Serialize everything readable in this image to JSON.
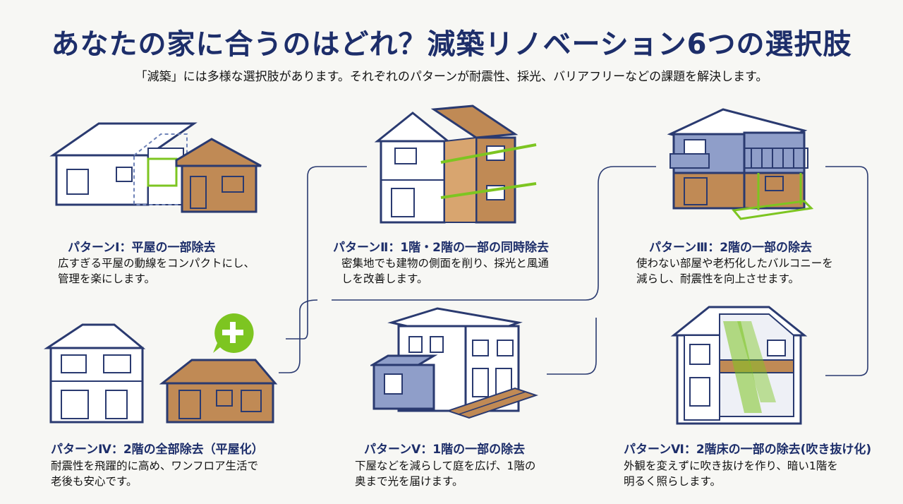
{
  "title": "あなたの家に合うのはどれ？減築リノベーション6つの選択肢",
  "subtitle": "「減築」には多様な選択肢があります。それぞれのパターンが耐震性、採光、バリアフリーなどの課題を解決します。",
  "colors": {
    "navy": "#1d2e6a",
    "wood": "#c08a55",
    "blue_fill": "#8f9ec9",
    "green": "#7dc521",
    "line": "#2a3a70"
  },
  "patterns": [
    {
      "title": "パターンⅠ：平屋の一部除去",
      "desc_lines": [
        "広すぎる平屋の動線をコンパクトにし、",
        "管理を楽にします。"
      ]
    },
    {
      "title": "パターンⅡ：1階・2階の一部の同時除去",
      "desc_lines": [
        "密集地でも建物の側面を削り、採光と風通",
        "しを改善します。"
      ]
    },
    {
      "title": "パターンⅢ：2階の一部の除去",
      "desc_lines": [
        "使わない部屋や老朽化したバルコニーを",
        "減らし、耐震性を向上させます。"
      ]
    },
    {
      "title": "パターンⅣ：2階の全部除去（平屋化）",
      "desc_lines": [
        "耐震性を飛躍的に高め、ワンフロア生活で",
        "老後も安心です。"
      ]
    },
    {
      "title": "パターンⅤ：1階の一部の除去",
      "desc_lines": [
        "下屋などを減らして庭を広げ、1階の",
        "奥まで光を届けます。"
      ]
    },
    {
      "title": "パターンⅥ：2階床の一部の除去(吹き抜け化)",
      "desc_lines": [
        "外観を変えずに吹き抜けを作り、暗い1階を",
        "明るく照らします。"
      ]
    }
  ],
  "icons": {
    "plus_badge": "plus-icon"
  }
}
